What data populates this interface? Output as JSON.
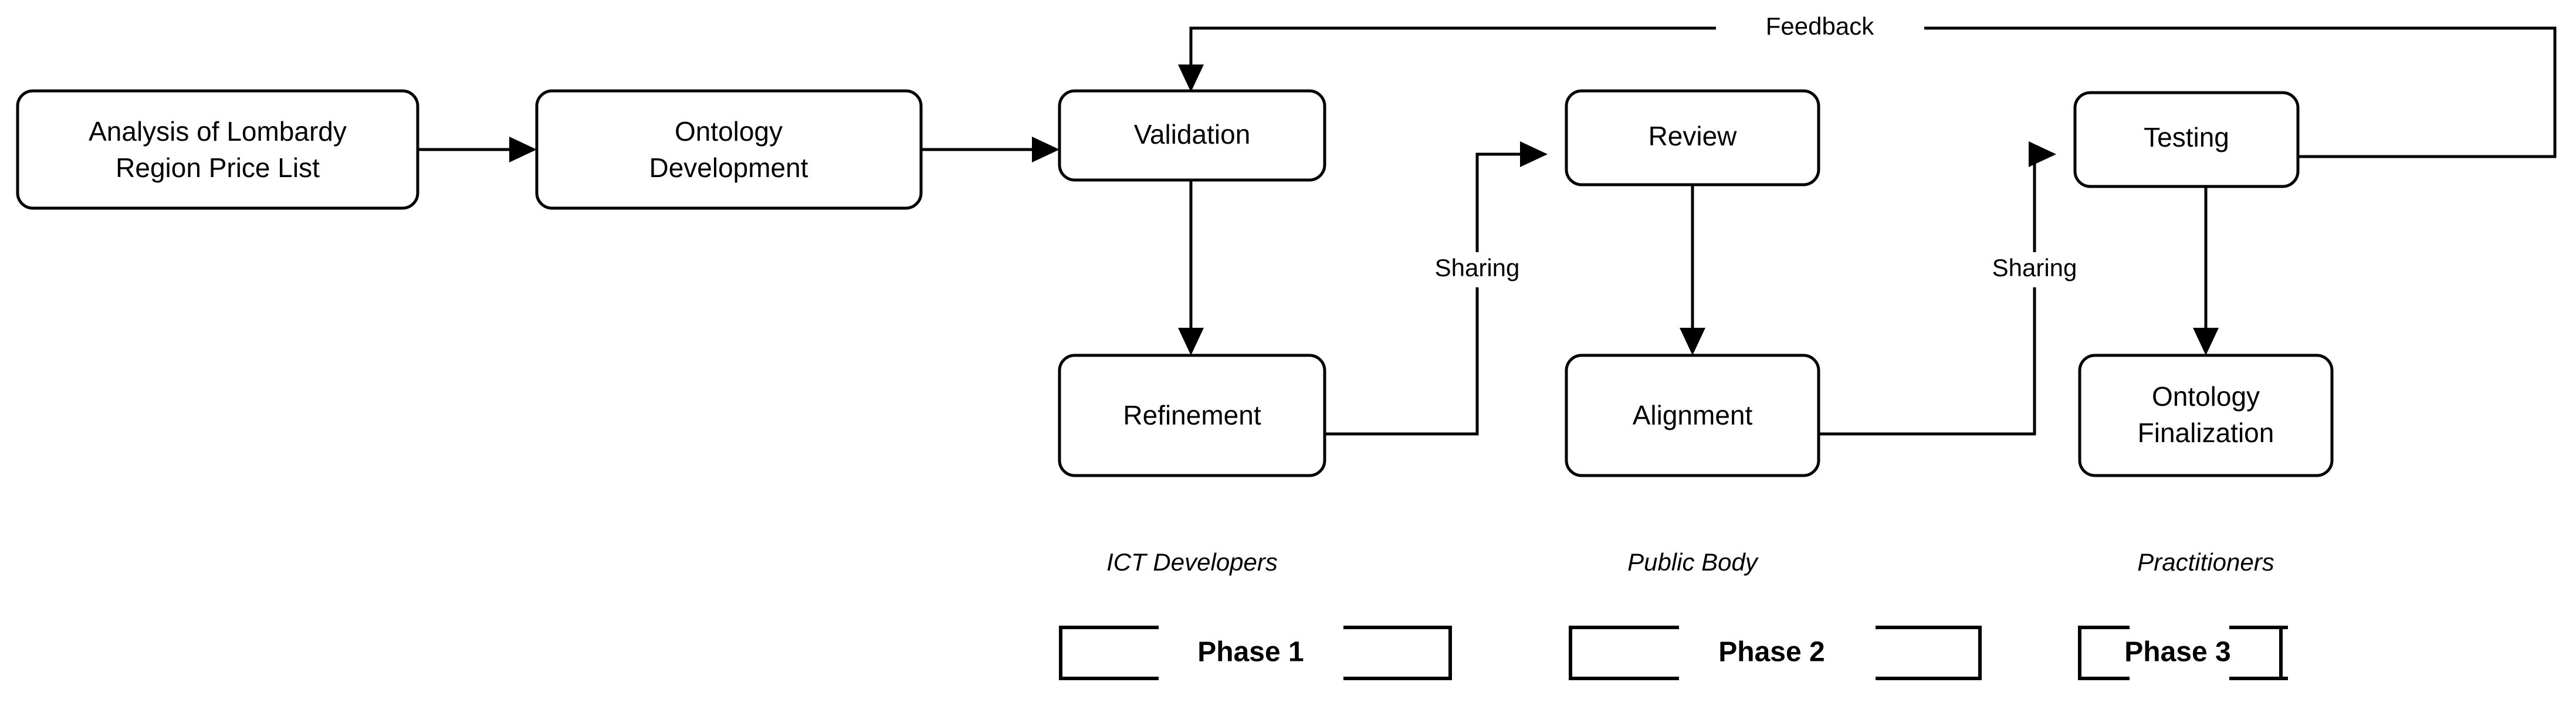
{
  "diagram": {
    "title": "Ontology development process flowchart",
    "colors": {
      "stroke": "#000000",
      "fill": "#ffffff",
      "text": "#000000"
    },
    "nodes": [
      {
        "id": "analysis",
        "line1": "Analysis of Lombardy",
        "line2": "Region Price List"
      },
      {
        "id": "ontology_dev",
        "line1": "Ontology",
        "line2": "Development"
      },
      {
        "id": "validation",
        "line1": "Validation",
        "line2": ""
      },
      {
        "id": "refinement",
        "line1": "Refinement",
        "line2": ""
      },
      {
        "id": "review",
        "line1": "Review",
        "line2": ""
      },
      {
        "id": "alignment",
        "line1": "Alignment",
        "line2": ""
      },
      {
        "id": "testing",
        "line1": "Testing",
        "line2": ""
      },
      {
        "id": "finalization",
        "line1": "Ontology",
        "line2": "Finalization"
      }
    ],
    "edge_labels": {
      "feedback": "Feedback",
      "sharing_1": "Sharing",
      "sharing_2": "Sharing"
    },
    "actors": [
      {
        "id": "ict",
        "label": "ICT Developers"
      },
      {
        "id": "public_body",
        "label": "Public Body"
      },
      {
        "id": "practitioners",
        "label": "Practitioners"
      }
    ],
    "phases": [
      {
        "id": "phase1",
        "label": "Phase 1"
      },
      {
        "id": "phase2",
        "label": "Phase 2"
      },
      {
        "id": "phase3",
        "label": "Phase 3"
      }
    ]
  }
}
